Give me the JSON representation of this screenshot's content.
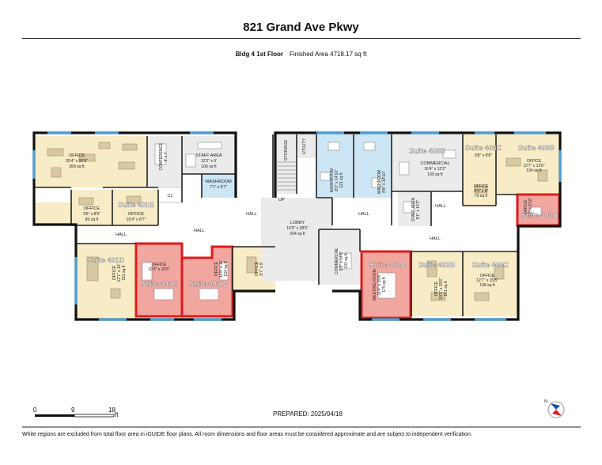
{
  "header": {
    "title": "821 Grand Ave Pkwy",
    "floor": "Bldg 4 1st Floor",
    "finished_area": "Finished Area 4718.17 sq ft"
  },
  "rooms": {
    "office_nw": {
      "name": "OFFICE",
      "dim": "25'4\" x 20'9\"",
      "area": "350 sq ft"
    },
    "conference": {
      "name": "CONFERENCE",
      "dim": "6' x 7'"
    },
    "staff_area_w": {
      "name": "STAFF AREA",
      "dim": "12'2\" x 9'",
      "area": "106 sq ft"
    },
    "washroom_w": {
      "name": "WASHROOM",
      "dim": "7'1\" x 5'7\""
    },
    "cl": {
      "name": "CL"
    },
    "office_a": {
      "name": "OFFICE",
      "dim": "9'5\" x 8'6\"",
      "area": "80 sq ft"
    },
    "office_b": {
      "name": "OFFICE",
      "dim": "10'4\" x 8'7\""
    },
    "suite_401e": {
      "name": "Suite 401E"
    },
    "hall_1": {
      "name": "HALL"
    },
    "hall_2": {
      "name": "HALL"
    },
    "hall_3": {
      "name": "HALL"
    },
    "hall_4": {
      "name": "HALL"
    },
    "hall_5": {
      "name": "HALL"
    },
    "hall_6": {
      "name": "HALL"
    },
    "suite_401d": {
      "name": "Suite 401D"
    },
    "office_401d": {
      "name": "OFFICE",
      "dim": "12'7\" x 16'",
      "area": "211 sq ft"
    },
    "suite_401c": {
      "name": "Suite 401C"
    },
    "office_401c": {
      "name": "OFFICE",
      "dim": "10'3\" x 16'6\""
    },
    "suite_401b": {
      "name": "Suite 401B"
    },
    "office_401b": {
      "name": "OFFICE",
      "dim": "11'5\" x 11'",
      "area": "134 sq ft"
    },
    "office_small": {
      "name": "OFFICE",
      "dim": "9'7\" x 9'"
    },
    "storage": {
      "name": "STORAGE"
    },
    "utility": {
      "name": "UTILITY"
    },
    "up": {
      "name": "UP"
    },
    "lobby": {
      "name": "LOBBY",
      "dim": "16'9\" x 28'9\"",
      "area": "294 sq ft"
    },
    "washroom_1": {
      "name": "WASHROOM",
      "dim": "8'3\" x 14'10\"",
      "area": "121 sq ft"
    },
    "washroom_2": {
      "name": "WASHROOM",
      "dim": "8'8\" x 14'10\""
    },
    "commercial_c": {
      "name": "COMMERCIAL",
      "dim": "9'5\" x 14'8\"",
      "area": "131 sq ft"
    },
    "suite_403e": {
      "name": "Suite 403E"
    },
    "commercial_403e": {
      "name": "COMMERCIAL",
      "dim": "16'4\" x 12'2\"",
      "area": "199 sq ft"
    },
    "staff_area_e": {
      "name": "STAFF AREA",
      "dim": "9'1\" x 14'2\""
    },
    "suite_403c": {
      "name": "Suite 403C",
      "dim": "8'8\" x 8'8\""
    },
    "office_403c": {
      "name": "OFFICE",
      "dim": "8'9\" x 8'",
      "area": "70 sq ft"
    },
    "suite_403b": {
      "name": "Suite 403B"
    },
    "office_403b": {
      "name": "OFFICE",
      "dim": "12'7\" x 13'6\"",
      "area": "134 sq ft"
    },
    "suite_403a": {
      "name": "Suite 403A"
    },
    "office_403a": {
      "name": "OFFICE",
      "dim": "9'1\" x 6'10\""
    },
    "suite_402a": {
      "name": "Suite 402A"
    },
    "meeting_room": {
      "name": "MEETING ROOM",
      "dim": "11'4\" x 15'8\"",
      "area": "175 sq ft"
    },
    "suite_402b": {
      "name": "Suite 402B"
    },
    "office_402b": {
      "name": "OFFICE",
      "dim": "10'1\" x 15'8\"",
      "area": "161 sq ft"
    },
    "suite_402c": {
      "name": "Suite 402C"
    },
    "office_402c": {
      "name": "OFFICE",
      "dim": "12'7\" x 15'8\"",
      "area": "198 sq ft"
    }
  },
  "scale": {
    "zero": "0",
    "mid": "9",
    "end": "18",
    "unit": "ft"
  },
  "compass": {
    "north": "N"
  },
  "prepared": "PREPARED:  2025/04/18",
  "disclaimer": "White regions are excluded from total floor area in iGUIDE floor plans. All room dimensions and floor areas must be considered approximate and are subject to independent verification.",
  "colors": {
    "office": "#f8ecc6",
    "washroom": "#cde6f5",
    "common": "#ebebeb",
    "highlight": "#f2a6a0",
    "highlight_border": "#e01b1b",
    "wall": "#111111",
    "window": "#4a9ed8"
  }
}
